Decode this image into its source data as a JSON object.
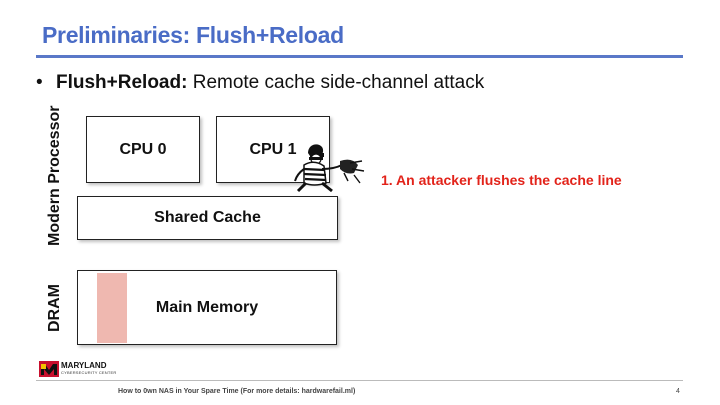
{
  "slide": {
    "title": "Preliminaries: Flush+Reload",
    "bullet": {
      "marker": "•",
      "bold": "Flush+Reload:",
      "text": " Remote cache side-channel attack"
    },
    "labels": {
      "processor": "Modern Processor",
      "dram": "DRAM"
    },
    "boxes": {
      "cpu0": "CPU 0",
      "cpu1": "CPU 1",
      "shared_cache": "Shared Cache",
      "main_memory": "Main Memory"
    },
    "annotation": "1. An attacker flushes the cache line",
    "footer": "How to 0wn NAS in Your Spare Time (For more details: hardwarefail.ml)",
    "page_number": "4",
    "logo": {
      "name": "MARYLAND",
      "subtitle": "CYBERSECURITY CENTER"
    }
  },
  "colors": {
    "title": "#4a6cc6",
    "rule": "#5a78c8",
    "annotation": "#e2231a",
    "cache_line": "#efb8b0",
    "logo_red": "#c8102e"
  },
  "icons": {
    "attacker": "masked-burglar-icon",
    "logo": "maryland-flag-icon"
  }
}
